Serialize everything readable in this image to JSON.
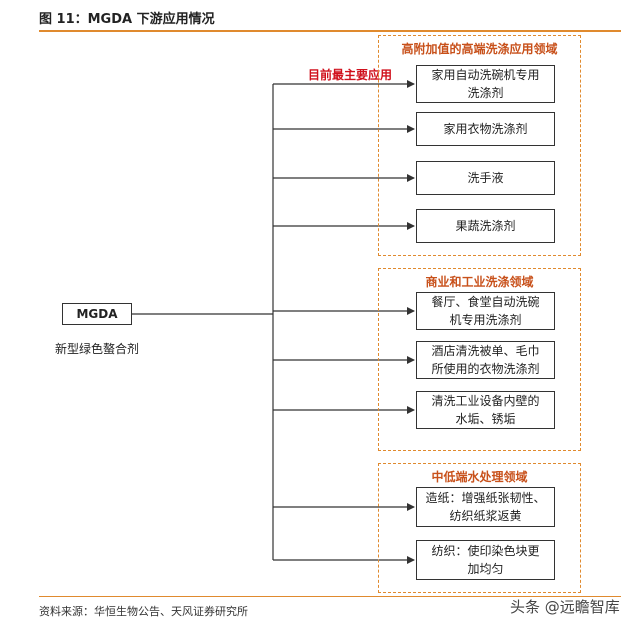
{
  "figure_title": "图 11：MGDA 下游应用情况",
  "source_node": {
    "label": "MGDA",
    "caption": "新型绿色螯合剂"
  },
  "main_application_label": "目前最主要应用",
  "groups": [
    {
      "title": "高附加值的高端洗涤应用领域",
      "items": [
        {
          "lines": [
            "家用自动洗碗机专用",
            "洗涤剂"
          ]
        },
        {
          "lines": [
            "家用衣物洗涤剂"
          ]
        },
        {
          "lines": [
            "洗手液"
          ]
        },
        {
          "lines": [
            "果蔬洗涤剂"
          ]
        }
      ]
    },
    {
      "title": "商业和工业洗涤领域",
      "items": [
        {
          "lines": [
            "餐厅、食堂自动洗碗",
            "机专用洗涤剂"
          ]
        },
        {
          "lines": [
            "酒店清洗被单、毛巾",
            "所使用的衣物洗涤剂"
          ]
        },
        {
          "lines": [
            "清洗工业设备内壁的",
            "水垢、锈垢"
          ]
        }
      ]
    },
    {
      "title": "中低端水处理领域",
      "items": [
        {
          "lines": [
            "造纸：增强纸张韧性、",
            "纺织纸浆返黄"
          ]
        },
        {
          "lines": [
            "纺织：使印染色块更",
            "加均匀"
          ]
        }
      ]
    }
  ],
  "source_note": "资料来源：华恒生物公告、天风证券研究所",
  "watermark": "头条 @远瞻智库",
  "colors": {
    "accent_orange": "#e08a2e",
    "group_title": "#c8511b",
    "highlight_red": "#d0101c",
    "line": "#333333"
  }
}
